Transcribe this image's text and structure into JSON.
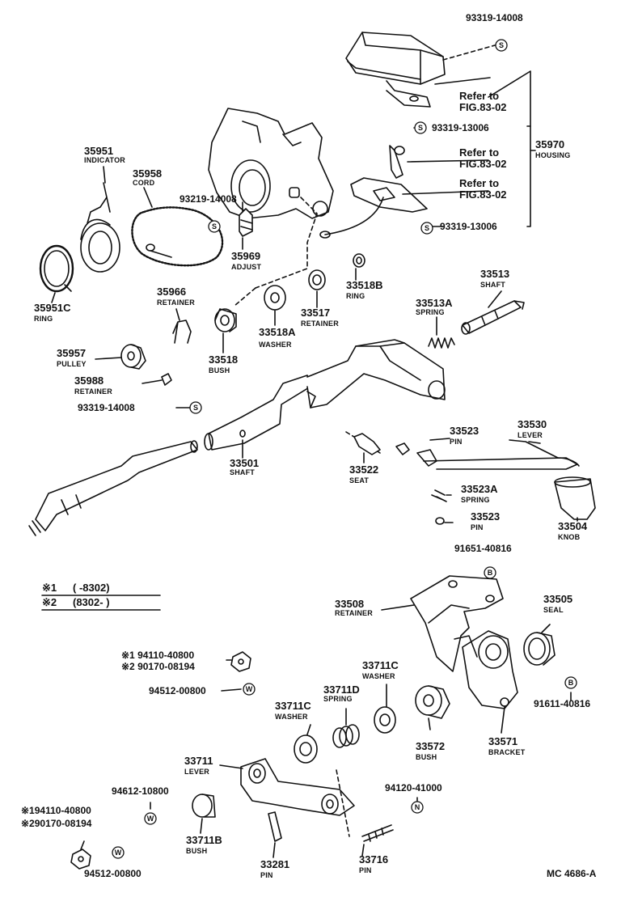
{
  "diagram_code": "MC 4686-A",
  "notes": {
    "note1_mark": "※1",
    "note1_range": "(        -8302)",
    "note2_mark": "※2",
    "note2_range": "(8302-        )"
  },
  "symbols": {
    "s": "S",
    "w": "W",
    "b": "B",
    "n": "N"
  },
  "housing_refs": {
    "refer1_a": "Refer to",
    "refer1_b": "FIG.83-02",
    "refer2_a": "Refer to",
    "refer2_b": "FIG.83-02",
    "refer3_a": "Refer to",
    "refer3_b": "FIG.83-02"
  },
  "parts": {
    "p93319_14008_top": "93319-14008",
    "p93319_13006_a": "93319-13006",
    "p93319_13006_b": "93319-13006",
    "p35970": "35970",
    "p35970_name": "HOUSING",
    "p35951": "35951",
    "p35951_name": "INDICATOR",
    "p35958": "35958",
    "p35958_name": "CORD",
    "p93219_14008": "93219-14008",
    "p35969": "35969",
    "p35969_name": "ADJUST",
    "p35951c": "35951C",
    "p35951c_name": "RING",
    "p35966": "35966",
    "p35966_name": "RETAINER",
    "p33518b": "33518B",
    "p33518b_name": "RING",
    "p33517": "33517",
    "p33517_name": "RETAINER",
    "p33518a": "33518A",
    "p33518a_name": "WASHER",
    "p33518": "33518",
    "p33518_name": "BUSH",
    "p33513": "33513",
    "p33513_name": "SHAFT",
    "p33513a": "33513A",
    "p33513a_name": "SPRING",
    "p35957": "35957",
    "p35957_name": "PULLEY",
    "p35988": "35988",
    "p35988_name": "RETAINER",
    "p93319_14008_mid": "93319-14008",
    "p33501": "33501",
    "p33501_name": "SHAFT",
    "p33523": "33523",
    "p33523_name": "PIN",
    "p33530": "33530",
    "p33530_name": "LEVER",
    "p33522": "33522",
    "p33522_name": "SEAT",
    "p33523a": "33523A",
    "p33523a_name": "SPRING",
    "p33523_b": "33523",
    "p33523_b_name": "PIN",
    "p33504": "33504",
    "p33504_name": "KNOB",
    "p91651_40816": "91651-40816",
    "p33508": "33508",
    "p33508_name": "RETAINER",
    "p33505": "33505",
    "p33505_name": "SEAL",
    "p_nut1_a": "※1 94110-40800",
    "p_nut1_b": "※2 90170-08194",
    "p94512_00800_a": "94512-00800",
    "p33711c_a": "33711C",
    "p33711c_a_name": "WASHER",
    "p33711d": "33711D",
    "p33711d_name": "SPRING",
    "p33711c_b": "33711C",
    "p33711c_b_name": "WASHER",
    "p33572": "33572",
    "p33572_name": "BUSH",
    "p33571": "33571",
    "p33571_name": "BRACKET",
    "p91611_40816": "91611-40816",
    "p33711": "33711",
    "p33711_name": "LEVER",
    "p94612_10800": "94612-10800",
    "p94120_41000": "94120-41000",
    "p_nut2_a": "※194110-40800",
    "p_nut2_b": "※290170-08194",
    "p33711b": "33711B",
    "p33711b_name": "BUSH",
    "p33281": "33281",
    "p33281_name": "PIN",
    "p33716": "33716",
    "p33716_name": "PIN",
    "p94512_00800_b": "94512-00800"
  }
}
